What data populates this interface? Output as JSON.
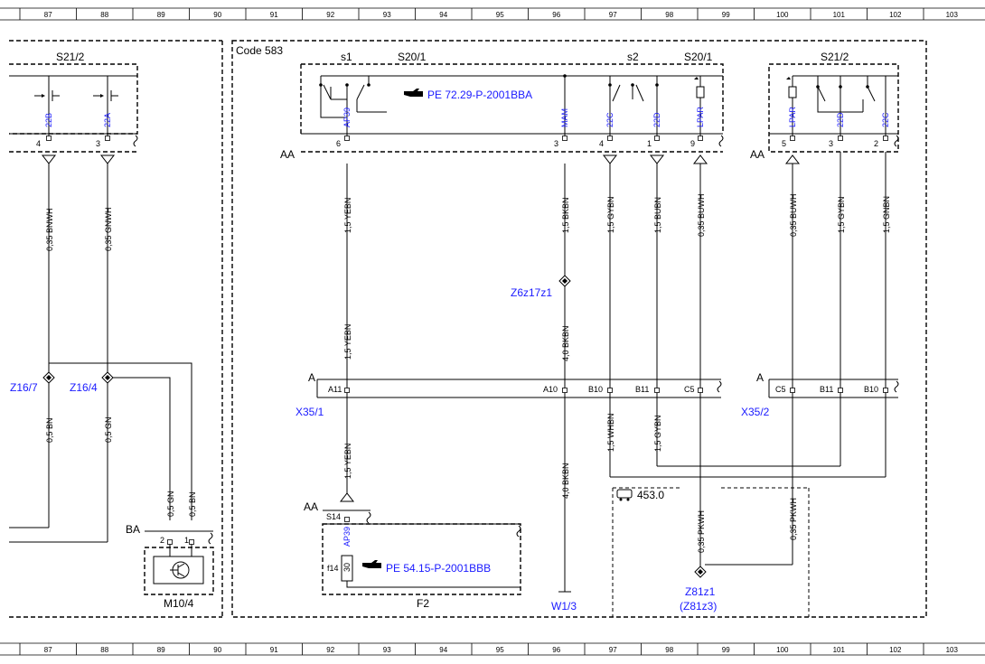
{
  "ruler": {
    "columns": [
      "87",
      "88",
      "89",
      "90",
      "91",
      "92",
      "93",
      "94",
      "95",
      "96",
      "97",
      "98",
      "99",
      "100",
      "101",
      "102",
      "103"
    ]
  },
  "frames": {
    "code_label": "Code 583",
    "vehicle_ref": "453.0"
  },
  "components": {
    "s21_2_left": "S21/2",
    "s1": "s1",
    "s20_1_a": "S20/1",
    "s2": "s2",
    "s20_1_b": "S20/1",
    "s21_2_right": "S21/2",
    "m10_4": "M10/4",
    "f2": "F2",
    "x35_1": "X35/1",
    "x35_2": "X35/2",
    "w1_3": "W1/3",
    "ba": "BA",
    "s14": "S14",
    "f14": "f14"
  },
  "refs": {
    "pe_72": "PE 72.29-P-2001BBA",
    "pe_54": "PE 54.15-P-2001BBB"
  },
  "levels": {
    "aa1": "AA",
    "aa2": "AA",
    "aa3": "AA",
    "a1": "A",
    "a2": "A"
  },
  "signals": {
    "s_22b": "22B",
    "s_22a": "22A",
    "s_ap39": "AP39",
    "s_mam": "MAM",
    "s_22c_a": "22C",
    "s_22d_a": "22D",
    "s_lpar_a": "LPAR",
    "s_lpar_b": "LPAR",
    "s_22d_b": "22D",
    "s_22c_b": "22C",
    "s_ap39_b": "AP39"
  },
  "pins": {
    "p4_l": "4",
    "p3_l": "3",
    "p6": "6",
    "p3_m": "3",
    "p4_m": "4",
    "p1_m": "1",
    "p9_m": "9",
    "p5_r": "5",
    "p3_r": "3",
    "p2_r": "2",
    "a11": "A11",
    "a10": "A10",
    "b10_m": "B10",
    "b11_m": "B11",
    "c5_m": "C5",
    "c5_r": "C5",
    "b11_r": "B11",
    "b10_r": "B10",
    "p2_ba": "2",
    "p1_ba": "1",
    "p30": "30"
  },
  "wires": {
    "w_bnwh": "0,35 BNWH",
    "w_gnwh": "0,35 GNWH",
    "w_yebn_1": "1,5 YEBN",
    "w_bkbn_1": "1,5 BKBN",
    "w_gybn_1": "1,5 GYBN",
    "w_bubn": "1,5 BUBN",
    "w_buwh_1": "0,35 BUWH",
    "w_buwh_2": "0,35 BUWH",
    "w_gybn_2": "1,5 GYBN",
    "w_gnbn": "1,5 GNBN",
    "w_yebn_2": "1,5 YEBN",
    "w_bkbn_2": "4,0 BKBN",
    "w_bn": "0,5 BN",
    "w_gn": "0,5 GN",
    "w_yebn_3": "1,5 YEBN",
    "w_whbn": "1,5 WHBN",
    "w_gybn_3": "1,5 GYBN",
    "w_bkbn_3": "4,0 BKBN",
    "w_gn_2": "0,5 GN",
    "w_bn_2": "0,5 BN",
    "w_pkwh_1": "0,35 PKWH",
    "w_pkwh_2": "0,35 PKWH"
  },
  "splices": {
    "z6z17z1": "Z6z17z1",
    "z16_7": "Z16/7",
    "z16_4": "Z16/4",
    "z81z1": "Z81z1",
    "z81z3": "(Z81z3)"
  }
}
